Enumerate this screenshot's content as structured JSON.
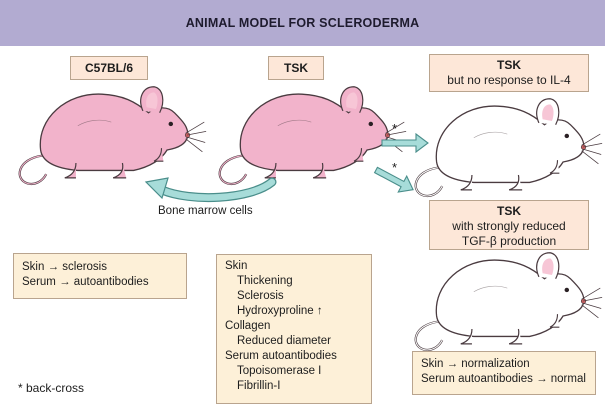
{
  "header": {
    "title": "ANIMAL MODEL FOR SCLERODERMA"
  },
  "labels": {
    "c57": "C57BL/6",
    "tsk": "TSK",
    "tsk_il4_title": "TSK",
    "tsk_il4_sub": "but no response to IL-4",
    "tsk_tgf_title": "TSK",
    "tsk_tgf_line1": "with strongly reduced",
    "tsk_tgf_line2": "TGF-β production"
  },
  "arrows": {
    "bone_marrow": "Bone marrow cells",
    "star1": "*",
    "star2": "*"
  },
  "boxes": {
    "c57_box": {
      "line1": "Skin → sclerosis",
      "line2": "Serum → autoantibodies"
    },
    "tsk_box": {
      "skin": "Skin",
      "thickening": "Thickening",
      "sclerosis": "Sclerosis",
      "hydroxyproline": "Hydroxyproline ↑",
      "collagen": "Collagen",
      "reduced": "Reduced diameter",
      "serum": "Serum autoantibodies",
      "topo": "Topoisomerase I",
      "fibrillin": "Fibrillin-I"
    },
    "tgf_box": {
      "line1": "Skin → normalization",
      "line2": "Serum autoantibodies → normal"
    }
  },
  "footnote": "* back-cross",
  "colors": {
    "header": "#b2abd1",
    "pink_mouse": "#f2b3cb",
    "white_mouse": "#ffffff",
    "arrow": "#9fd6d3",
    "label_bg": "#fde7d8",
    "box_bg": "#fdf0d8"
  }
}
